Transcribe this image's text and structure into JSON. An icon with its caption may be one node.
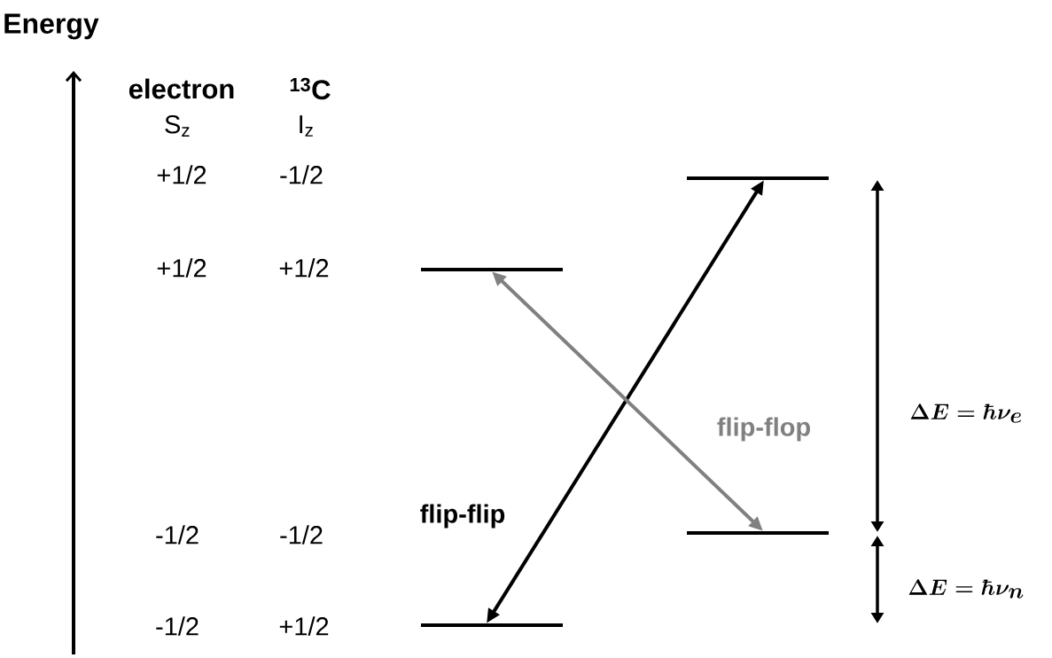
{
  "diagram": {
    "nodes": [
      {
        "text": [],
        "shape": "bar"
      },
      {
        "text": [],
        "shape": "bar"
      },
      {
        "text": [],
        "shape": "bar"
      },
      {
        "text": [],
        "shape": "bar"
      }
    ],
    "edges": [
      {
        "from": 3,
        "to": 0,
        "arrow": "both",
        "label": "flip-flip"
      },
      {
        "from": 1,
        "to": 2,
        "arrow": "both",
        "label": "flip-flop",
        "color": "#808080"
      }
    ],
    "labels": [
      "Energy",
      "electron",
      "$^{13}$C",
      "S$_{z}$",
      "I$_{z}$",
      "+1/2",
      "-1/2",
      "+1/2",
      "+1/2",
      "-1/2",
      "-1/2",
      "-1/2",
      "+1/2",
      "\\Delta E = \\hbar \\nu_e",
      "\\Delta E = \\hbar \\nu_n"
    ]
  }
}
